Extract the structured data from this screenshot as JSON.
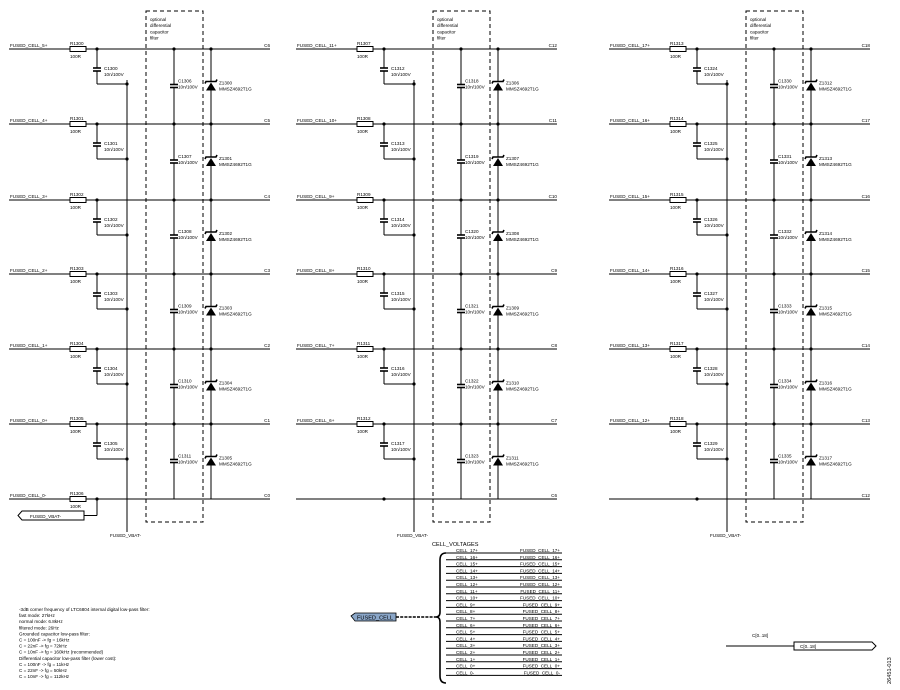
{
  "sections": [
    {
      "box_label": [
        "optional",
        "differential",
        "capacitor",
        "filter"
      ],
      "bottom_net": "FUSED_VBAT-",
      "vbat_label": "FUSED_VBAT-",
      "rows": [
        {
          "net": "FUSED_CELL_5+",
          "r": "R1300",
          "rv": "100R",
          "c": "C1300",
          "cv": "10n/100V",
          "dc": "C1306",
          "dcv": "10n/100V",
          "z": "Z1300",
          "zp": "MMSZ4692T1G",
          "out": "C6"
        },
        {
          "net": "FUSED_CELL_4+",
          "r": "R1301",
          "rv": "100R",
          "c": "C1301",
          "cv": "10n/100V",
          "dc": "C1307",
          "dcv": "10n/100V",
          "z": "Z1301",
          "zp": "MMSZ4692T1G",
          "out": "C5"
        },
        {
          "net": "FUSED_CELL_3+",
          "r": "R1302",
          "rv": "100R",
          "c": "C1302",
          "cv": "10n/100V",
          "dc": "C1308",
          "dcv": "10n/100V",
          "z": "Z1302",
          "zp": "MMSZ4692T1G",
          "out": "C4"
        },
        {
          "net": "FUSED_CELL_2+",
          "r": "R1303",
          "rv": "100R",
          "c": "C1303",
          "cv": "10n/100V",
          "dc": "C1309",
          "dcv": "10n/100V",
          "z": "Z1303",
          "zp": "MMSZ4692T1G",
          "out": "C3"
        },
        {
          "net": "FUSED_CELL_1+",
          "r": "R1304",
          "rv": "100R",
          "c": "C1304",
          "cv": "10n/100V",
          "dc": "C1310",
          "dcv": "10n/100V",
          "z": "Z1304",
          "zp": "MMSZ4692T1G",
          "out": "C2"
        },
        {
          "net": "FUSED_CELL_0+",
          "r": "R1305",
          "rv": "100R",
          "c": "C1305",
          "cv": "10n/100V",
          "dc": "C1311",
          "dcv": "10n/100V",
          "z": "Z1305",
          "zp": "MMSZ4692T1G",
          "out": "C1"
        },
        {
          "net": "FUSED_CELL_0-",
          "r": "R1306",
          "rv": "100R",
          "out": "C0"
        }
      ]
    },
    {
      "box_label": [
        "optional",
        "differential",
        "capacitor",
        "filter"
      ],
      "bottom_net": "FUSED_VBAT-",
      "rows": [
        {
          "net": "FUSED_CELL_11+",
          "r": "R1307",
          "rv": "100R",
          "c": "C1312",
          "cv": "10n/100V",
          "dc": "C1318",
          "dcv": "10n/100V",
          "z": "Z1306",
          "zp": "MMSZ4692T1G",
          "out": "C12"
        },
        {
          "net": "FUSED_CELL_10+",
          "r": "R1308",
          "rv": "100R",
          "c": "C1313",
          "cv": "10n/100V",
          "dc": "C1319",
          "dcv": "10n/100V",
          "z": "Z1307",
          "zp": "MMSZ4692T1G",
          "out": "C11"
        },
        {
          "net": "FUSED_CELL_9+",
          "r": "R1309",
          "rv": "100R",
          "c": "C1314",
          "cv": "10n/100V",
          "dc": "C1320",
          "dcv": "10n/100V",
          "z": "Z1308",
          "zp": "MMSZ4692T1G",
          "out": "C10"
        },
        {
          "net": "FUSED_CELL_8+",
          "r": "R1310",
          "rv": "100R",
          "c": "C1315",
          "cv": "10n/100V",
          "dc": "C1321",
          "dcv": "10n/100V",
          "z": "Z1309",
          "zp": "MMSZ4692T1G",
          "out": "C9"
        },
        {
          "net": "FUSED_CELL_7+",
          "r": "R1311",
          "rv": "100R",
          "c": "C1316",
          "cv": "10n/100V",
          "dc": "C1322",
          "dcv": "10n/100V",
          "z": "Z1310",
          "zp": "MMSZ4692T1G",
          "out": "C8"
        },
        {
          "net": "FUSED_CELL_6+",
          "r": "R1312",
          "rv": "100R",
          "c": "C1317",
          "cv": "10n/100V",
          "dc": "C1323",
          "dcv": "10n/100V",
          "z": "Z1311",
          "zp": "MMSZ4692T1G",
          "out": "C7"
        },
        {
          "net": "",
          "r": "",
          "rv": "",
          "out": "C6"
        }
      ]
    },
    {
      "box_label": [
        "optional",
        "differential",
        "capacitor",
        "filter"
      ],
      "bottom_net": "FUSED_VBAT-",
      "rows": [
        {
          "net": "FUSED_CELL_17+",
          "r": "R1313",
          "rv": "100R",
          "c": "C1324",
          "cv": "10n/100V",
          "dc": "C1330",
          "dcv": "10n/100V",
          "z": "Z1312",
          "zp": "MMSZ4692T1G",
          "out": "C18"
        },
        {
          "net": "FUSED_CELL_16+",
          "r": "R1314",
          "rv": "100R",
          "c": "C1325",
          "cv": "10n/100V",
          "dc": "C1331",
          "dcv": "10n/100V",
          "z": "Z1313",
          "zp": "MMSZ4692T1G",
          "out": "C17"
        },
        {
          "net": "FUSED_CELL_15+",
          "r": "R1315",
          "rv": "100R",
          "c": "C1326",
          "cv": "10n/100V",
          "dc": "C1332",
          "dcv": "10n/100V",
          "z": "Z1314",
          "zp": "MMSZ4692T1G",
          "out": "C16"
        },
        {
          "net": "FUSED_CELL_14+",
          "r": "R1316",
          "rv": "100R",
          "c": "C1327",
          "cv": "10n/100V",
          "dc": "C1333",
          "dcv": "10n/100V",
          "z": "Z1315",
          "zp": "MMSZ4692T1G",
          "out": "C15"
        },
        {
          "net": "FUSED_CELL_13+",
          "r": "R1317",
          "rv": "100R",
          "c": "C1328",
          "cv": "10n/100V",
          "dc": "C1334",
          "dcv": "10n/100V",
          "z": "Z1316",
          "zp": "MMSZ4692T1G",
          "out": "C14"
        },
        {
          "net": "FUSED_CELL_12+",
          "r": "R1318",
          "rv": "100R",
          "c": "C1329",
          "cv": "10n/100V",
          "dc": "C1335",
          "dcv": "10n/100V",
          "z": "Z1317",
          "zp": "MMSZ4692T1G",
          "out": "C13"
        },
        {
          "net": "",
          "r": "",
          "rv": "",
          "out": "C12"
        }
      ]
    }
  ],
  "cell_voltages": {
    "title": "CELL_VOLTAGES",
    "bus_label": "FUSED_CELL",
    "rows": [
      {
        "left": "CELL_17+",
        "right": "FUSED_CELL_17+"
      },
      {
        "left": "CELL_16+",
        "right": "FUSED_CELL_16+"
      },
      {
        "left": "CELL_15+",
        "right": "FUSED_CELL_15+"
      },
      {
        "left": "CELL_14+",
        "right": "FUSED_CELL_14+"
      },
      {
        "left": "CELL_13+",
        "right": "FUSED_CELL_13+"
      },
      {
        "left": "CELL_12+",
        "right": "FUSED_CELL_12+"
      },
      {
        "left": "CELL_11+",
        "right": "FUSED_CELL_11+"
      },
      {
        "left": "CELL_10+",
        "right": "FUSED_CELL_10+"
      },
      {
        "left": "CELL_9+",
        "right": "FUSED_CELL_9+"
      },
      {
        "left": "CELL_8+",
        "right": "FUSED_CELL_8+"
      },
      {
        "left": "CELL_7+",
        "right": "FUSED_CELL_7+"
      },
      {
        "left": "CELL_6+",
        "right": "FUSED_CELL_6+"
      },
      {
        "left": "CELL_5+",
        "right": "FUSED_CELL_5+"
      },
      {
        "left": "CELL_4+",
        "right": "FUSED_CELL_4+"
      },
      {
        "left": "CELL_3+",
        "right": "FUSED_CELL_3+"
      },
      {
        "left": "CELL_2+",
        "right": "FUSED_CELL_2+"
      },
      {
        "left": "CELL_1+",
        "right": "FUSED_CELL_1+"
      },
      {
        "left": "CELL_0+",
        "right": "FUSED_CELL_0+"
      },
      {
        "left": "CELL_0-",
        "right": "FUSED_CELL_0-"
      }
    ]
  },
  "notes": [
    "-3dB corner frequency of LTC6804 internal digital low-pass filter:",
    "fast mode: 27kHz",
    "normal mode: 6.8kHz",
    "filtered mode: 26Hz",
    "Grounded capacitor low-pass filter:",
    "C = 100nF -> fg = 16kHz",
    "C = 22nF -> fg = 72kHz",
    "C = 10nF -> fg = 160kHz (recommended)",
    "Differential capacitor low-pass filter (lower cost):",
    "C = 100nF -> fg = 11kHz",
    "C = 22nF -> fg = 50kHz",
    "C = 10nF -> fg = 112kHz"
  ],
  "c_bus": {
    "left_label": "C[0..18]",
    "right_label": "C[0..18]"
  },
  "figure_id": "26451-013"
}
